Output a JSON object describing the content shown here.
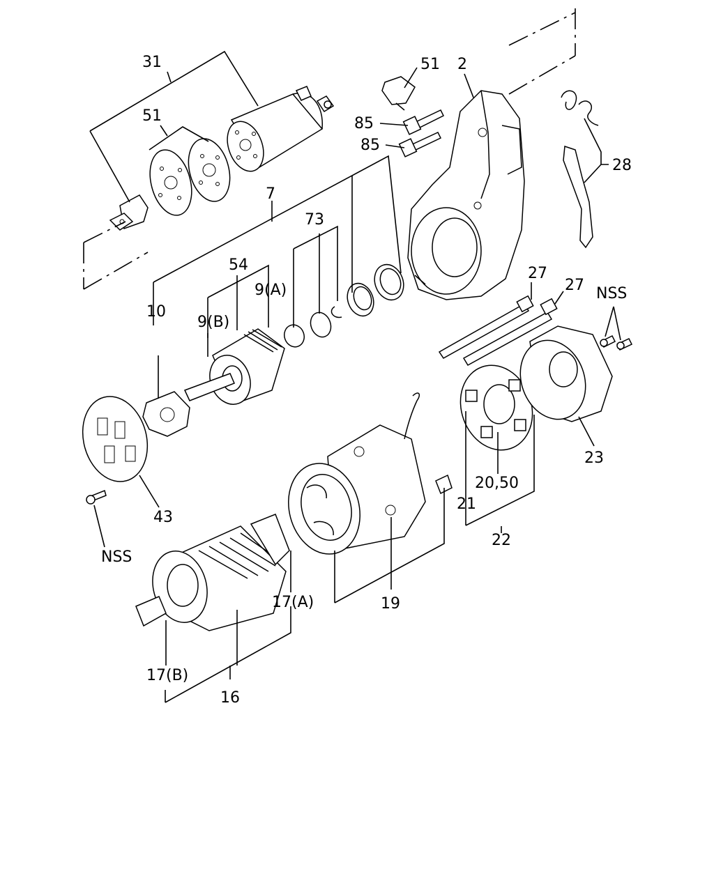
{
  "labels": {
    "l31": "31",
    "l51a": "51",
    "l51b": "51",
    "l2": "2",
    "l85a": "85",
    "l85b": "85",
    "l28": "28",
    "l7": "7",
    "l73": "73",
    "l54": "54",
    "l9a": "9(A)",
    "l9b": "9(B)",
    "l10": "10",
    "l27a": "27",
    "l27b": "27",
    "lnss_top": "NSS",
    "l23": "23",
    "l43": "43",
    "lnss_left": "NSS",
    "l21": "21",
    "l2050": "20,50",
    "l22": "22",
    "l17a": "17(A)",
    "l19": "19",
    "l17b": "17(B)",
    "l16": "16"
  }
}
